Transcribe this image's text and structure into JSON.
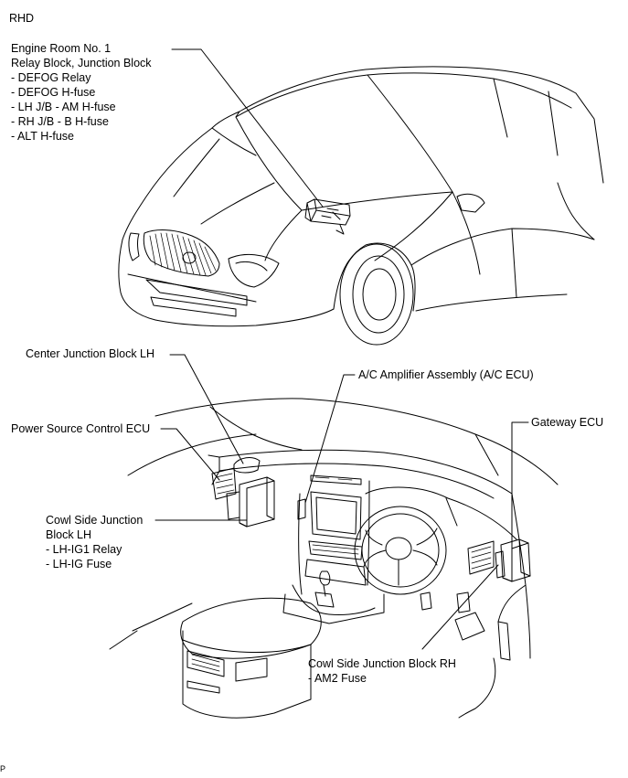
{
  "variant": "RHD",
  "corner_code": "P",
  "labels": {
    "engine_room": [
      "Engine Room No. 1",
      "Relay Block, Junction Block",
      "- DEFOG Relay",
      "- DEFOG H-fuse",
      "- LH J/B - AM H-fuse",
      "- RH J/B - B H-fuse",
      "- ALT H-fuse"
    ],
    "center_jb_lh": "Center Junction Block LH",
    "ac_amplifier": "A/C Amplifier Assembly (A/C ECU)",
    "power_source_ecu": "Power Source Control ECU",
    "gateway_ecu": "Gateway ECU",
    "cowl_lh": [
      "Cowl Side Junction",
      "Block LH",
      "- LH-IG1 Relay",
      "- LH-IG Fuse"
    ],
    "cowl_rh": [
      "Cowl Side Junction Block RH",
      "- AM2 Fuse"
    ]
  },
  "icons": {
    "car": "car-front-illustration",
    "cabin": "dashboard-interior-illustration",
    "logo": "lexus-emblem-icon"
  },
  "colors": {
    "line": "#000000",
    "background": "#ffffff"
  }
}
